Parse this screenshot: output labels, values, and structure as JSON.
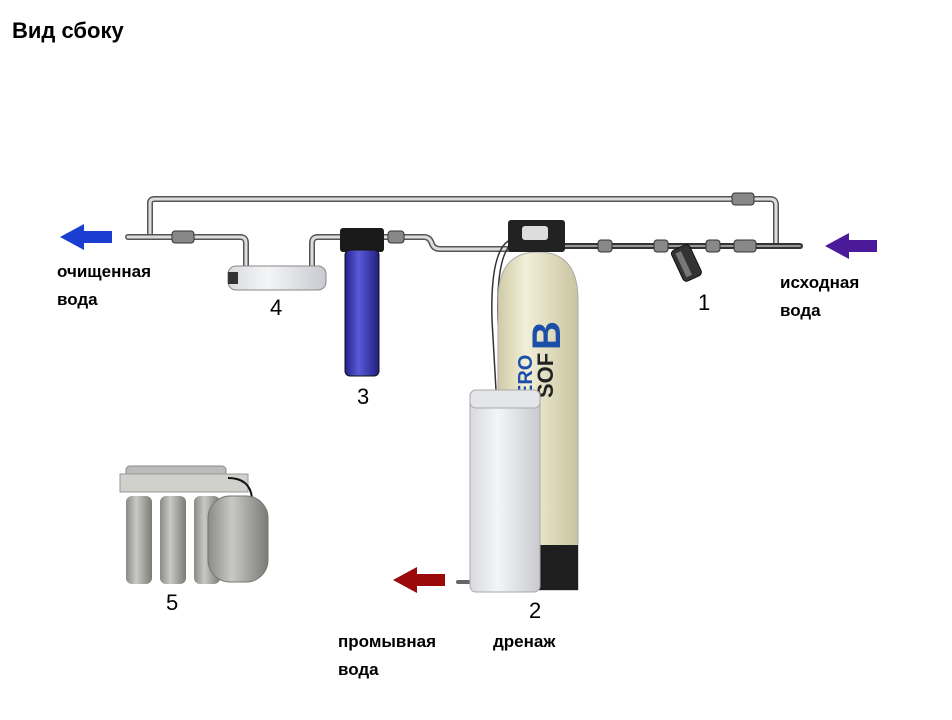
{
  "title": "Вид сбоку",
  "labels": {
    "clean_water": [
      "очищенная",
      "вода"
    ],
    "source_water": [
      "исходная",
      "вода"
    ],
    "wash_water": [
      "промывная",
      "вода"
    ],
    "drain": "дренаж"
  },
  "numbers": {
    "n1": "1",
    "n2": "2",
    "n3": "3",
    "n4": "4",
    "n5": "5"
  },
  "tank_logo": [
    "ERO",
    "B",
    "SOF"
  ],
  "colors": {
    "arrow_out": "#1a3fd0",
    "arrow_in": "#4a1a9a",
    "arrow_drain": "#9a0a0a",
    "filter_blue": "#3a3ab8",
    "tank": "#e8e4c4"
  }
}
